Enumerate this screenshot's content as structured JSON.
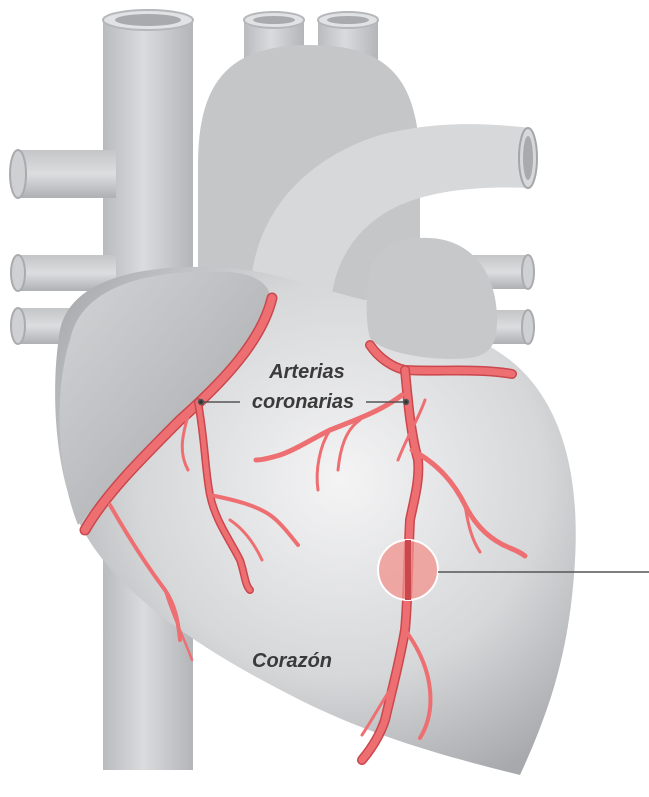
{
  "labels": {
    "arteries_line1": "Arterias",
    "arteries_line2": "coronarias",
    "heart": "Corazón"
  },
  "colors": {
    "artery": "#ee6f72",
    "artery_dark": "#c9474d",
    "vessel": "#cfd0d2",
    "vessel_dark": "#a9abae",
    "heart_light": "#e9eaeb",
    "heart_mid": "#c4c6c8",
    "heart_dark": "#9c9ea1",
    "plaque": "#f2928c",
    "leader": "#555555"
  },
  "icons": [
    "heart-illustration",
    "coronary-artery",
    "artery-blockage-magnifier"
  ]
}
